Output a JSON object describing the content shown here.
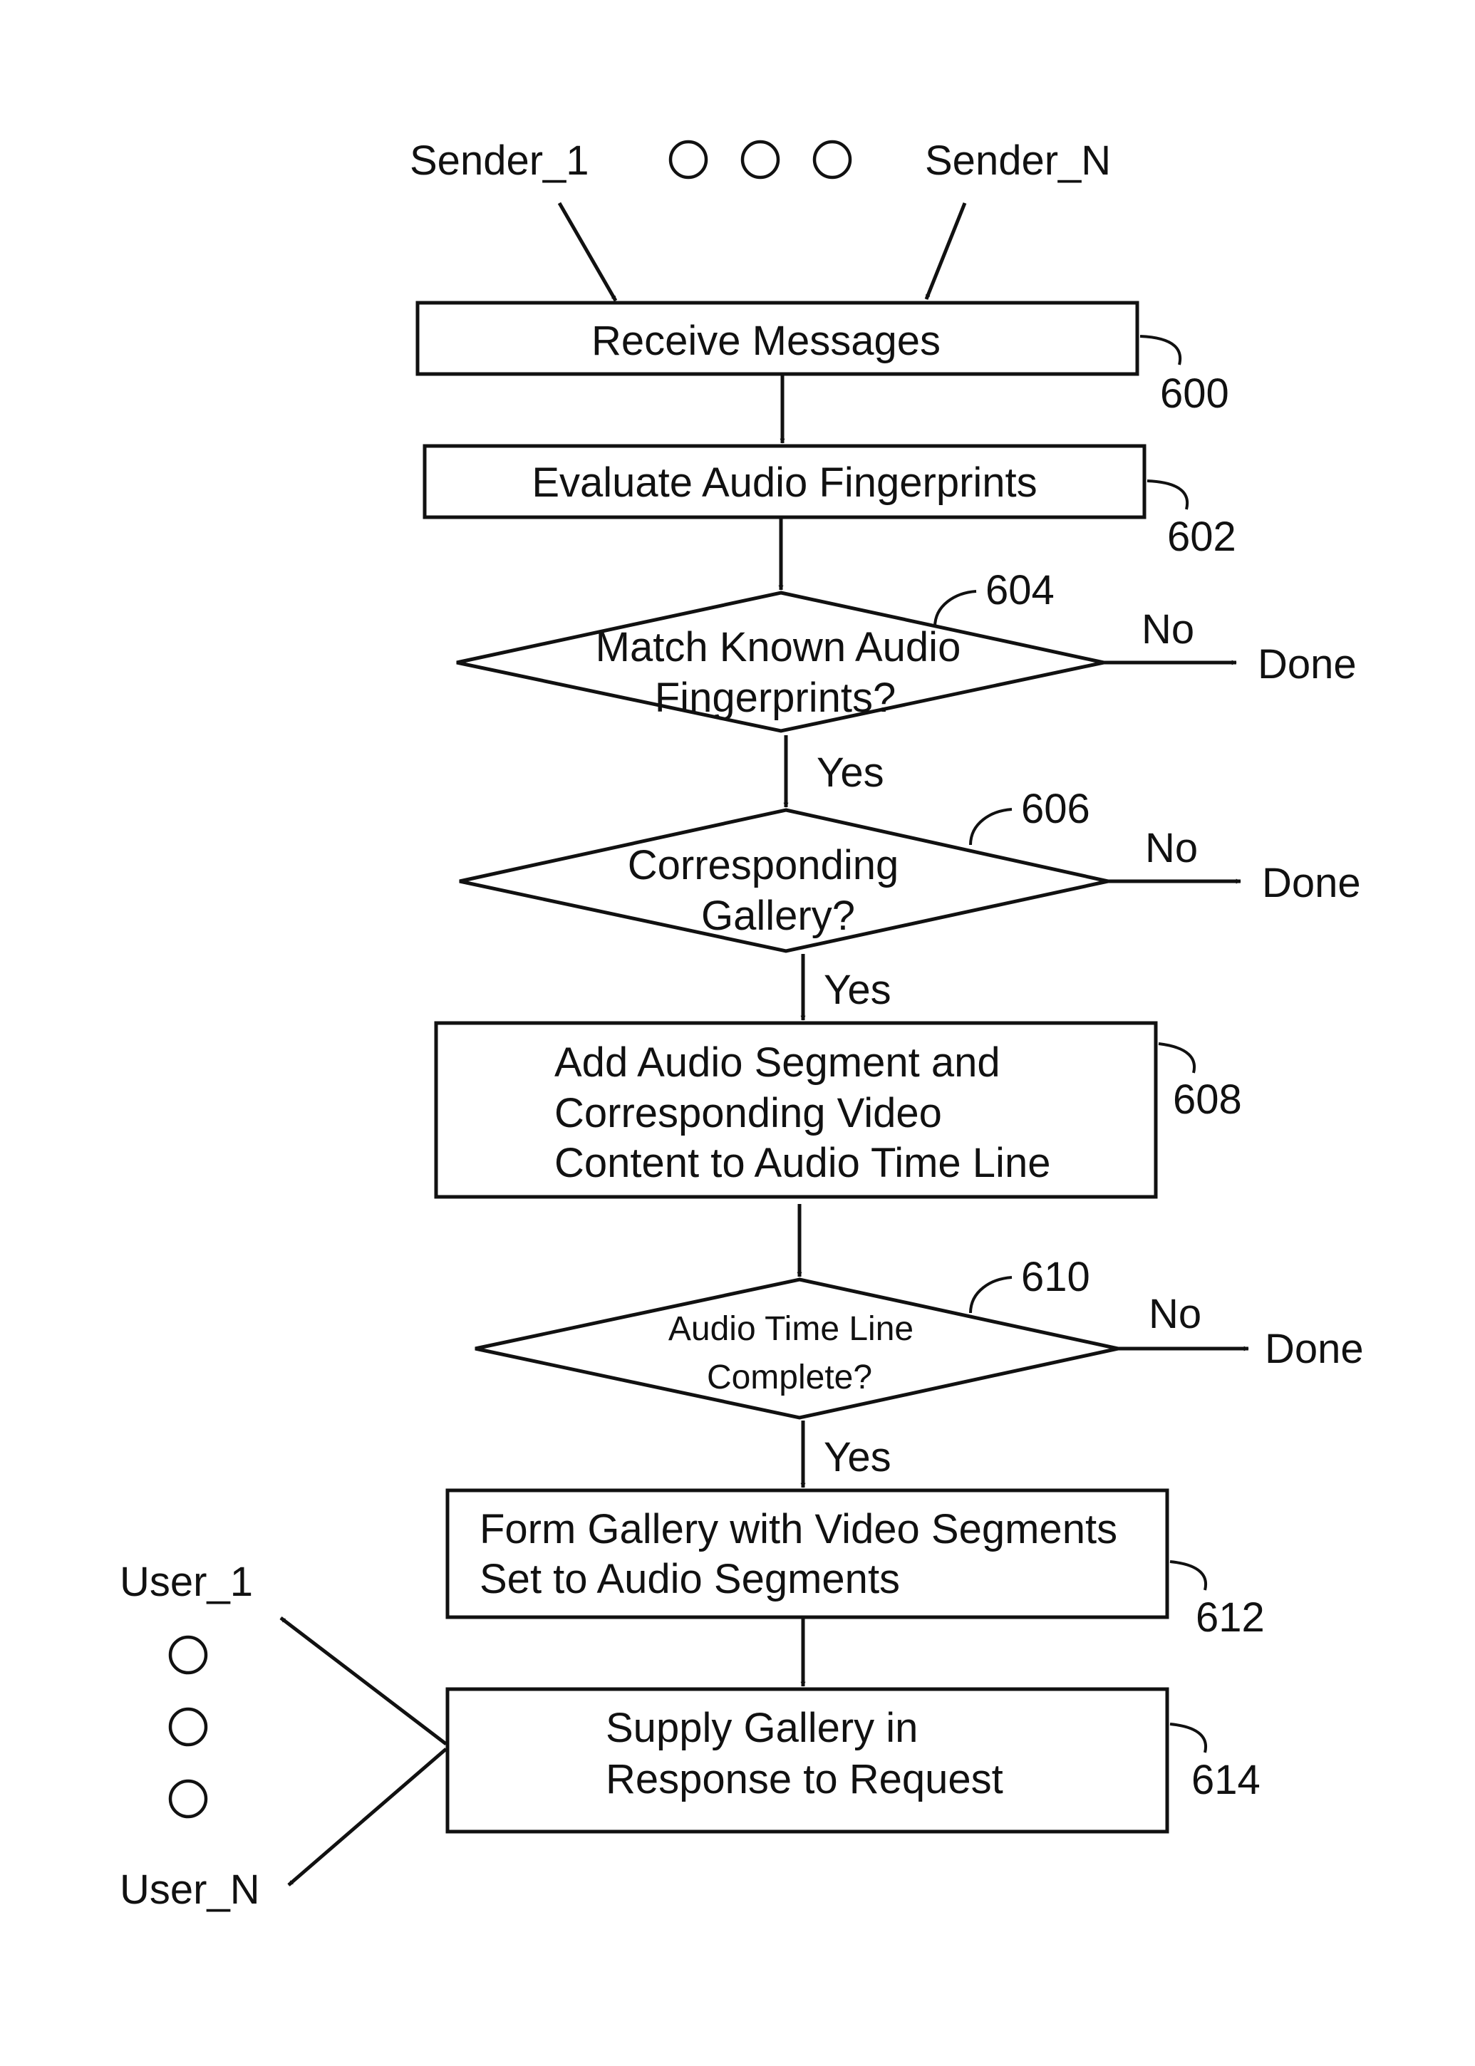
{
  "senders": {
    "first": "Sender_1",
    "last": "Sender_N"
  },
  "users": {
    "first": "User_1",
    "last": "User_N"
  },
  "steps": {
    "s600": {
      "ref": "600",
      "lines": [
        "Receive Messages"
      ]
    },
    "s602": {
      "ref": "602",
      "lines": [
        "Evaluate Audio Fingerprints"
      ]
    },
    "s604": {
      "ref": "604",
      "lines": [
        "Match Known Audio",
        "Fingerprints?"
      ],
      "yes": "Yes",
      "no": "No",
      "no_target": "Done"
    },
    "s606": {
      "ref": "606",
      "lines": [
        "Corresponding",
        "Gallery?"
      ],
      "yes": "Yes",
      "no": "No",
      "no_target": "Done"
    },
    "s608": {
      "ref": "608",
      "lines": [
        "Add Audio Segment and",
        "Corresponding Video",
        "Content to Audio Time Line"
      ]
    },
    "s610": {
      "ref": "610",
      "lines": [
        "Audio Time Line",
        "Complete?"
      ],
      "yes": "Yes",
      "no": "No",
      "no_target": "Done"
    },
    "s612": {
      "ref": "612",
      "lines": [
        "Form Gallery with Video Segments",
        "Set to Audio Segments"
      ]
    },
    "s614": {
      "ref": "614",
      "lines": [
        "Supply Gallery in",
        "Response to Request"
      ]
    }
  }
}
